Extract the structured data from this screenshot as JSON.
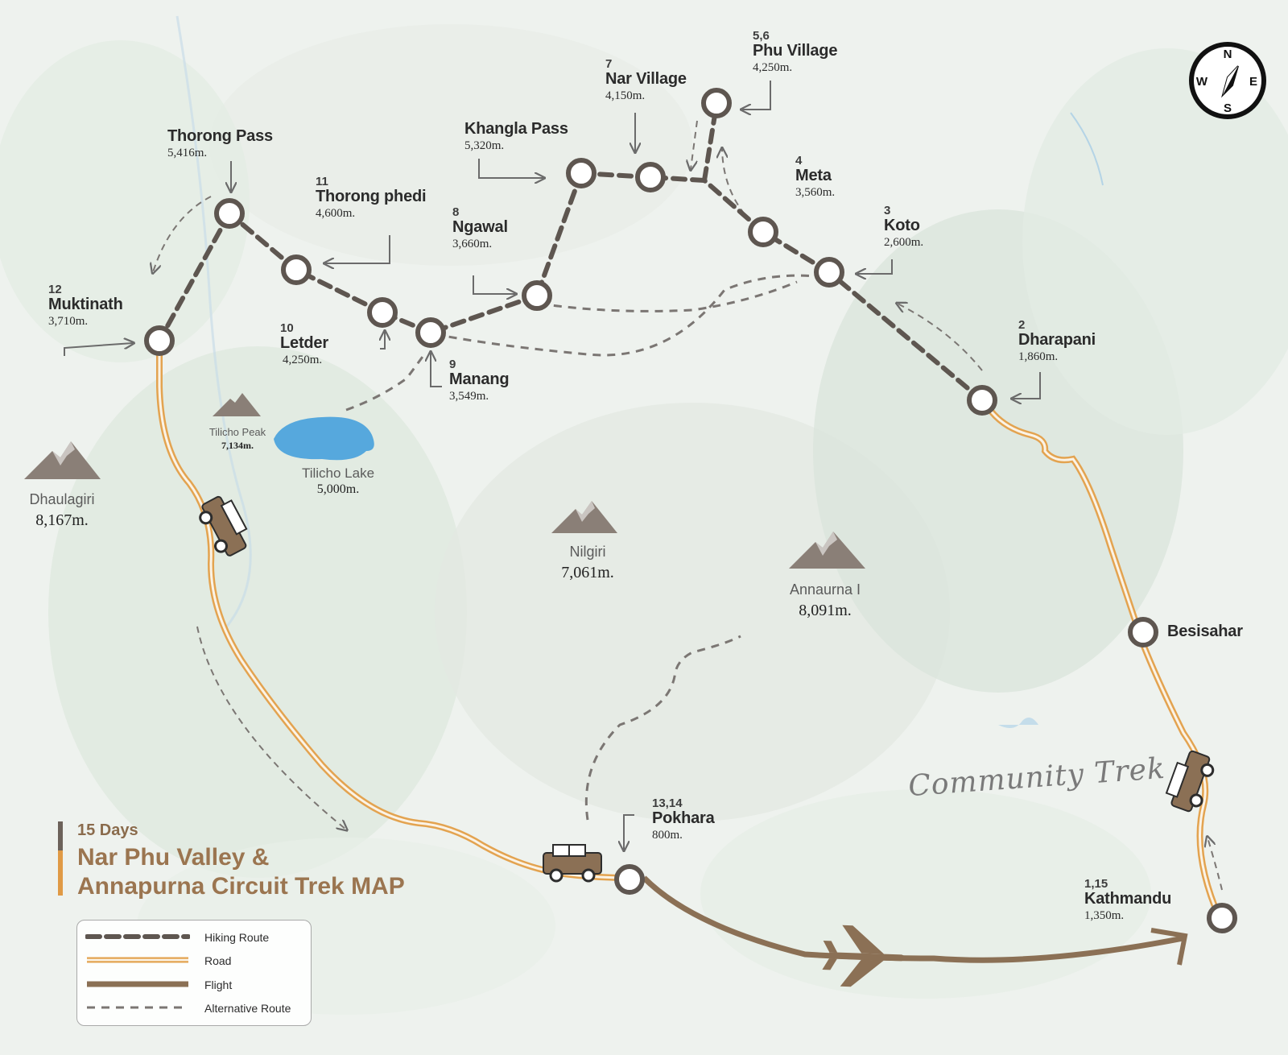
{
  "title": {
    "days": "15 Days",
    "line1": "Nar Phu Valley &",
    "line2": "Annapurna Circuit Trek MAP"
  },
  "legend": [
    {
      "key": "hiking",
      "label": "Hiking Route"
    },
    {
      "key": "road",
      "label": "Road"
    },
    {
      "key": "flight",
      "label": "Flight"
    },
    {
      "key": "alternative",
      "label": "Alternative Route"
    }
  ],
  "stops": {
    "kathmandu": {
      "day": "1,15",
      "name": "Kathmandu",
      "alt": "1,350m."
    },
    "besisahar": {
      "day": "",
      "name": "Besisahar",
      "alt": ""
    },
    "dharapani": {
      "day": "2",
      "name": "Dharapani",
      "alt": "1,860m."
    },
    "koto": {
      "day": "3",
      "name": "Koto",
      "alt": "2,600m."
    },
    "meta": {
      "day": "4",
      "name": "Meta",
      "alt": "3,560m."
    },
    "phu": {
      "day": "5,6",
      "name": "Phu Village",
      "alt": "4,250m."
    },
    "nar": {
      "day": "7",
      "name": "Nar Village",
      "alt": "4,150m."
    },
    "khangla": {
      "day": "",
      "name": "Khangla Pass",
      "alt": "5,320m."
    },
    "ngawal": {
      "day": "8",
      "name": "Ngawal",
      "alt": "3,660m."
    },
    "manang": {
      "day": "9",
      "name": "Manang",
      "alt": "3,549m."
    },
    "letder": {
      "day": "10",
      "name": "Letder",
      "alt": "4,250m."
    },
    "thorongphedi": {
      "day": "11",
      "name": "Thorong phedi",
      "alt": "4,600m."
    },
    "thorongpass": {
      "day": "",
      "name": "Thorong Pass",
      "alt": "5,416m."
    },
    "muktinath": {
      "day": "12",
      "name": "Muktinath",
      "alt": "3,710m."
    },
    "pokhara": {
      "day": "13,14",
      "name": "Pokhara",
      "alt": "800m."
    }
  },
  "peaks": {
    "dhaulagiri": {
      "name": "Dhaulagiri",
      "alt": "8,167m."
    },
    "tilicho_peak": {
      "name": "Tilicho Peak",
      "alt": "7,134m."
    },
    "tilicho_lake": {
      "name": "Tilicho Lake",
      "alt": "5,000m."
    },
    "nilgiri": {
      "name": "Nilgiri",
      "alt": "7,061m."
    },
    "annapurna": {
      "name": "Annaurna I",
      "alt": "8,091m."
    }
  },
  "compass": {
    "n": "N",
    "e": "E",
    "s": "S",
    "w": "W"
  },
  "watermark": "Community Trek",
  "colors": {
    "hiking": "#5e5650",
    "road": "#e3a350",
    "flight": "#8b7055",
    "alternative": "#7b7673",
    "title": "#9b7550"
  }
}
